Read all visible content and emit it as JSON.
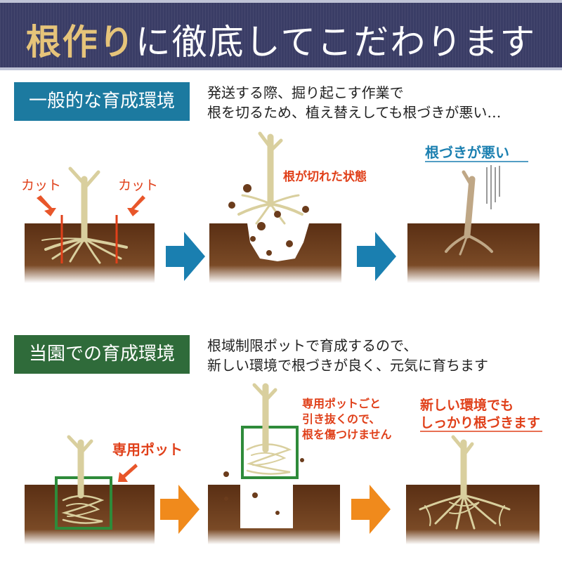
{
  "banner": {
    "title_accent": "根作り",
    "title_rest": "に徹底してこだわります"
  },
  "section1": {
    "label": "一般的な育成環境",
    "desc_line1": "発送する際、掘り起こす作業で",
    "desc_line2": "根を切るため、植え替えしても根づきが悪い…",
    "cut_left": "カット",
    "cut_right": "カット",
    "cut_state": "根が切れた状態",
    "bad_rooting": "根づきが悪い"
  },
  "section2": {
    "label": "当園での育成環境",
    "desc_line1": "根域制限ポットで育成するので、",
    "desc_line2": "新しい環境で根づきが良く、元気に育ちます",
    "pot_label": "専用ポット",
    "pull_line1": "専用ポットごと",
    "pull_line2": "引き抜くので、",
    "pull_line3": "根を傷つけません",
    "good_line1": "新しい環境でも",
    "good_line2": "しっかり根づきます"
  },
  "colors": {
    "banner": "#3a3d66",
    "label_blue": "#1c7aa0",
    "label_green": "#2f6b3a",
    "soil": "#6b3c1c",
    "tree": "#d9cf9e",
    "arrow_blue": "#1a7fb0",
    "arrow_orange": "#f08a1c",
    "red_text": "#e0401a"
  }
}
